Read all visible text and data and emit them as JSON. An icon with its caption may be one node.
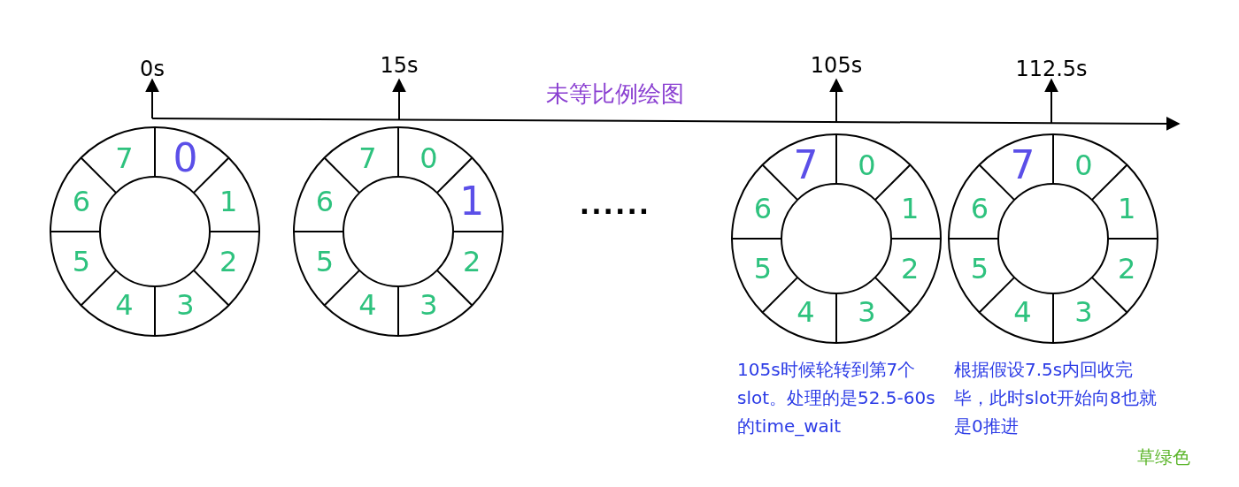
{
  "diagram": {
    "nodes": [
      {
        "text": [
          "0",
          "1",
          "2",
          "3",
          "4",
          "5",
          "6",
          "7"
        ]
      },
      {
        "text": [
          "0",
          "1",
          "2",
          "3",
          "4",
          "5",
          "6",
          "7"
        ]
      },
      {
        "text": [
          "0",
          "1",
          "2",
          "3",
          "4",
          "5",
          "6",
          "7"
        ],
        "beside": [
          "105s时候轮转到第7个slot。处理的是52.5-60s的time_wait"
        ]
      },
      {
        "text": [
          "0",
          "1",
          "2",
          "3",
          "4",
          "5",
          "6",
          "7"
        ],
        "beside": [
          "根据假设7.5s内回收完毕，此时slot开始向8也就是0推进"
        ]
      }
    ],
    "labels": [
      "0s",
      "15s",
      "105s",
      "112.5s",
      "未等比例绘图",
      "......",
      "草绿色"
    ]
  }
}
